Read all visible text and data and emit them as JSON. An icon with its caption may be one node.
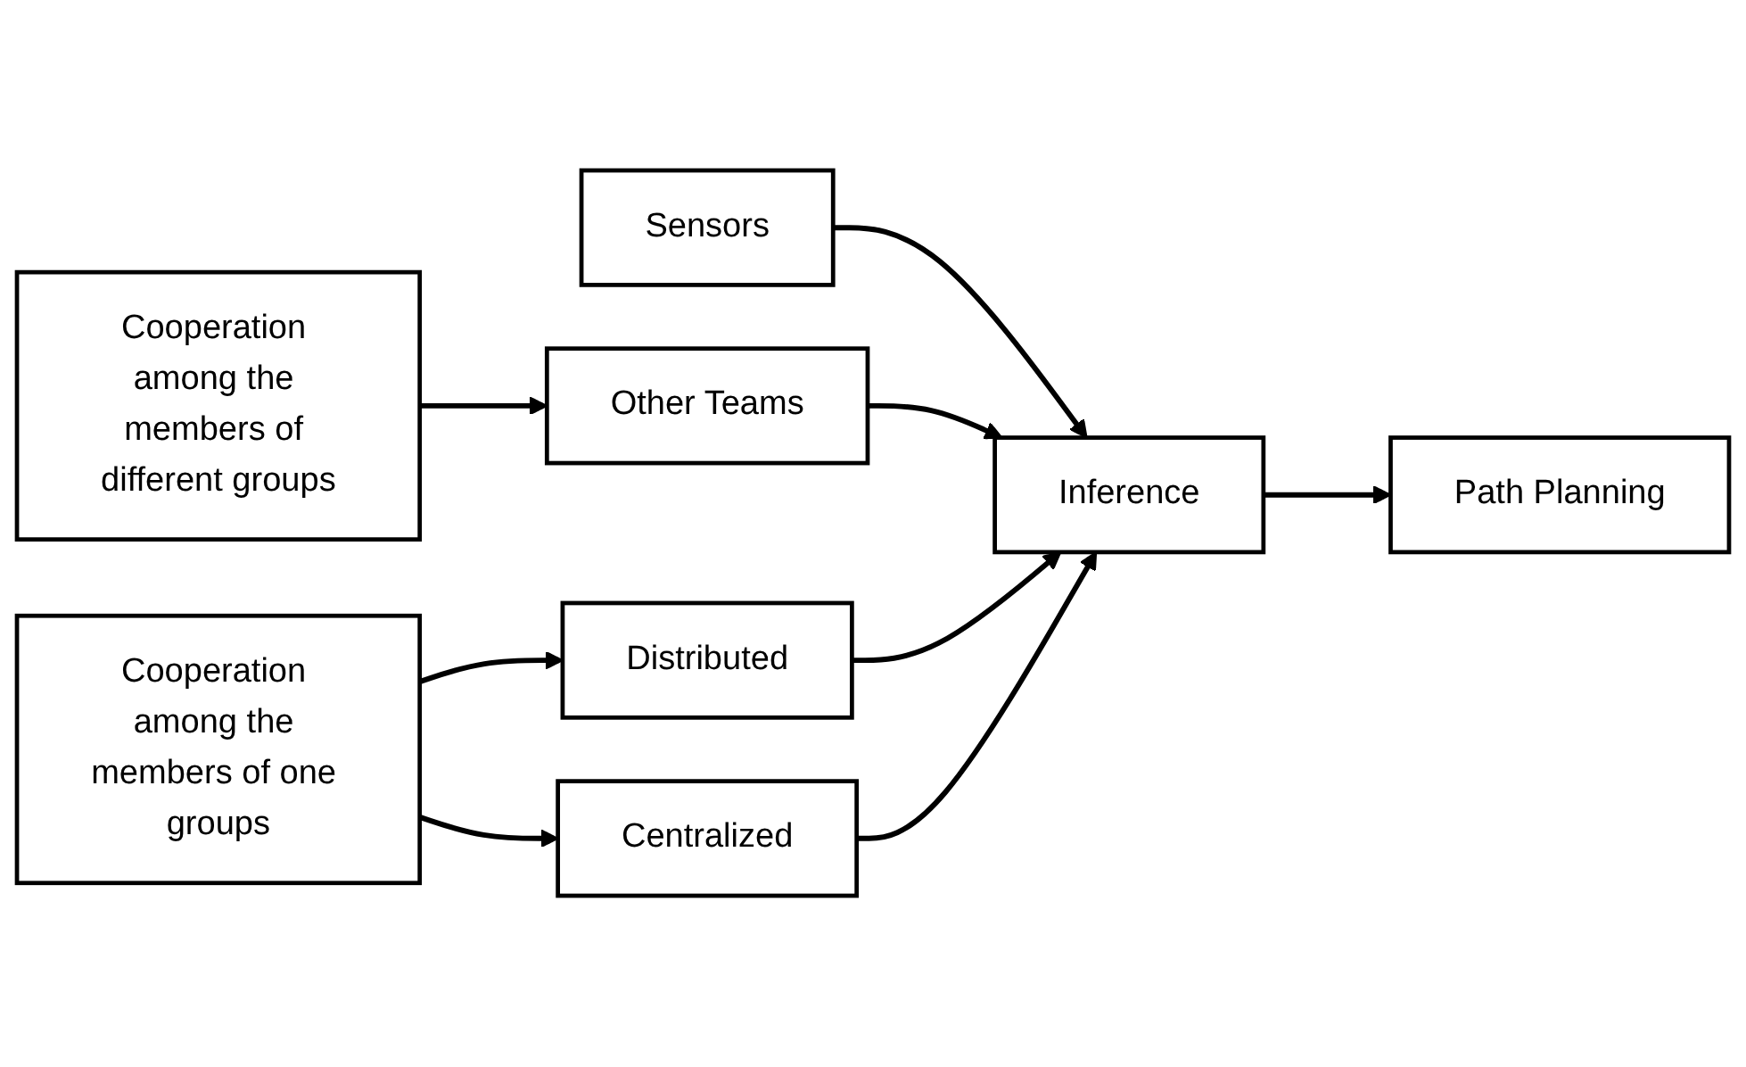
{
  "diagram": {
    "nodes": [
      {
        "text": [
          "Cooperation among the members of different groups"
        ]
      },
      {
        "text": [
          "Cooperation among the members of one groups"
        ]
      },
      {
        "text": [
          "Sensors"
        ]
      },
      {
        "text": [
          "Other Teams"
        ]
      },
      {
        "text": [
          "Distributed"
        ]
      },
      {
        "text": [
          "Centralized"
        ]
      },
      {
        "text": [
          "Inference"
        ]
      },
      {
        "text": [
          "Path Planning"
        ]
      }
    ],
    "edges": [
      {
        "from": 0,
        "to": 3,
        "arrow": "to"
      },
      {
        "from": 1,
        "to": 4,
        "arrow": "to"
      },
      {
        "from": 1,
        "to": 5,
        "arrow": "to"
      },
      {
        "from": 2,
        "to": 6,
        "arrow": "to"
      },
      {
        "from": 3,
        "to": 6,
        "arrow": "to"
      },
      {
        "from": 4,
        "to": 6,
        "arrow": "to"
      },
      {
        "from": 5,
        "to": 6,
        "arrow": "to"
      },
      {
        "from": 6,
        "to": 7,
        "arrow": "to"
      }
    ]
  }
}
